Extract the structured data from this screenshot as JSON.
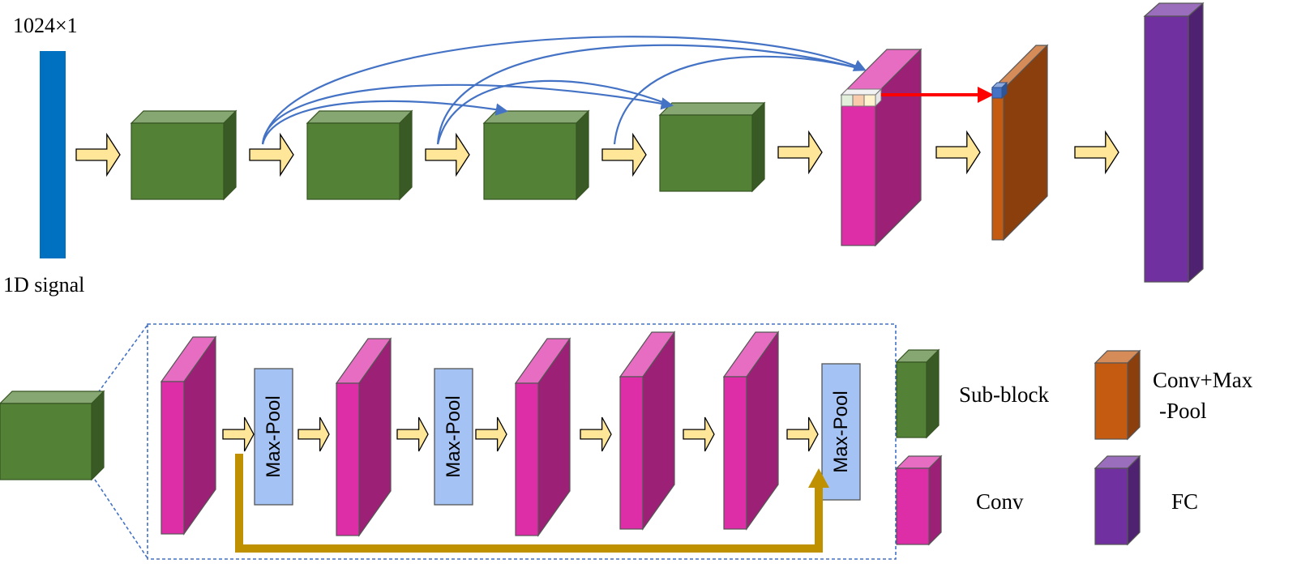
{
  "input": {
    "dimension_label": "1024×1",
    "caption": "1D signal"
  },
  "detail": {
    "pool_labels": [
      "Max-Pool",
      "Max-Pool",
      "Max-Pool"
    ]
  },
  "legend": {
    "items": [
      {
        "label": "Sub-block",
        "color": "#538135"
      },
      {
        "label_lines": [
          "Conv+Max",
          "-Pool"
        ],
        "color": "#C55A11"
      },
      {
        "label": "Conv",
        "color": "#DD2EA8"
      },
      {
        "label": "FC",
        "color": "#7030A0"
      }
    ]
  },
  "colors": {
    "signal": "#0070C0",
    "sub_block": "#538135",
    "conv": "#DD2EA8",
    "conv_pool": "#C55A11",
    "fc": "#7030A0",
    "flow_arrow": "#FFE699",
    "skip_link": "#4472C4",
    "highlight_arrow": "#FF0000",
    "residual_arrow": "#BF9000",
    "pool_box": "#A4C2F4"
  }
}
